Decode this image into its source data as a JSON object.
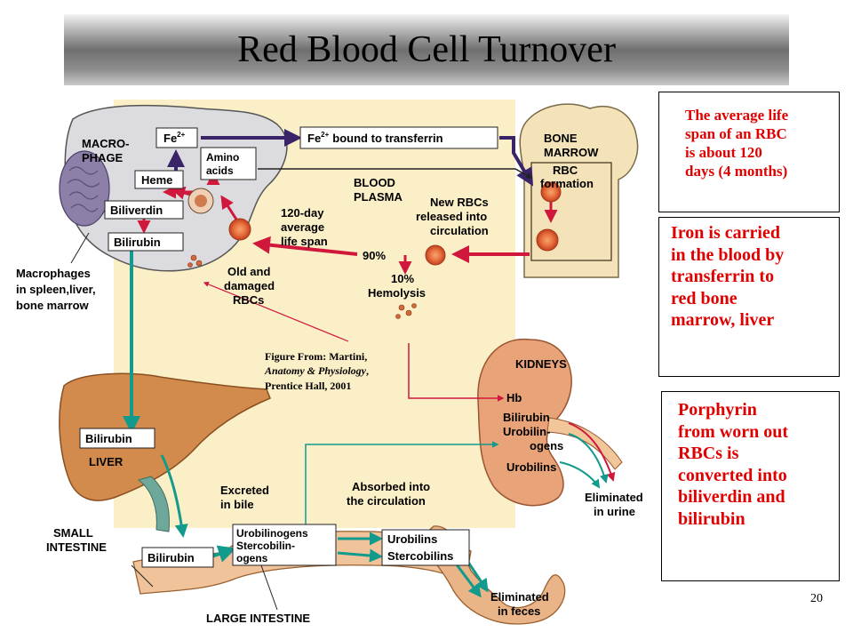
{
  "title": "Red Blood Cell Turnover",
  "notes": {
    "lifespan": [
      "The average life",
      "span of an RBC",
      "is about 120",
      "days (4 months)"
    ],
    "iron": [
      "Iron is carried",
      "in the blood by",
      "transferrin to",
      "red bone",
      "marrow, liver"
    ],
    "porphyrin": [
      "Porphyrin",
      "from worn out",
      "RBCs is",
      "converted into",
      "biliverdin and",
      "bilirubin"
    ]
  },
  "credit": {
    "line1": "Figure From: Martini,",
    "line2": "Anatomy & Physiology",
    "line2_suffix": ",",
    "line3": "Prentice Hall, 2001"
  },
  "page_number": "20",
  "diagram": {
    "macrophage_label": [
      "MACRO-",
      "PHAGE"
    ],
    "fe2": "Fe",
    "fe2_sup": "2+",
    "fe2_transferrin": "bound to transferrin",
    "amino_acids": [
      "Amino",
      "acids"
    ],
    "heme": "Heme",
    "biliverdin": "Biliverdin",
    "bilirubin": "Bilirubin",
    "bone_marrow": [
      "BONE",
      "MARROW"
    ],
    "rbc_formation": [
      "RBC",
      "formation"
    ],
    "blood_plasma": [
      "BLOOD",
      "PLASMA"
    ],
    "new_rbcs": [
      "New RBCs",
      "released into",
      "circulation"
    ],
    "lifespan_label": [
      "120-day",
      "average",
      "life span"
    ],
    "pct_90": "90%",
    "old_rbcs": [
      "Old and",
      "damaged",
      "RBCs"
    ],
    "hemolysis": [
      "10%",
      "Hemolysis"
    ],
    "macrophages_in": [
      "Macrophages",
      "in spleen,liver,",
      "bone marrow"
    ],
    "kidneys": "KIDNEYS",
    "hb": "Hb",
    "kidney_bilirubin": "Bilirubin",
    "urobilinogens_k": [
      "Urobilin-",
      "ogens"
    ],
    "urobilins_k": "Urobilins",
    "liver_bilirubin": "Bilirubin",
    "liver": "LIVER",
    "excreted": [
      "Excreted",
      "in bile"
    ],
    "absorbed": [
      "Absorbed into",
      "the circulation"
    ],
    "eliminated_urine": [
      "Eliminated",
      "in urine"
    ],
    "small_intestine": [
      "SMALL",
      "INTESTINE"
    ],
    "int_bilirubin": "Bilirubin",
    "int_urobilinogens": [
      "Urobilinogens",
      "Stercobilin-",
      "ogens"
    ],
    "int_urobilins": "Urobilins",
    "int_stercobilins": "Stercobilins",
    "eliminated_feces": [
      "Eliminated",
      "in feces"
    ],
    "large_intestine": "LARGE INTESTINE"
  },
  "colors": {
    "plasma": "#fbefc8",
    "red_arrow": "#d0183c",
    "purple_arrow": "#3a2468",
    "teal_arrow": "#129a8c",
    "note_text": "#e00000"
  }
}
